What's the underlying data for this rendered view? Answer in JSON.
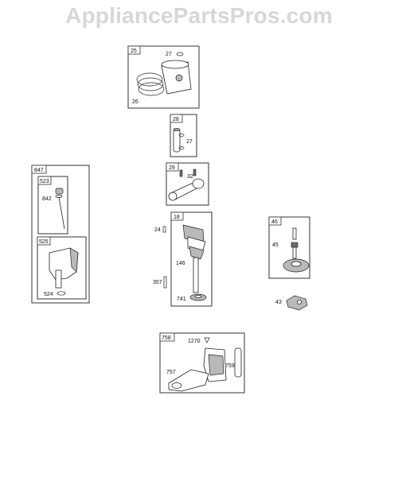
{
  "watermark": "AppliancePartsPros.com",
  "groups": {
    "piston": {
      "tag": "25",
      "labels": {
        "pin_clip": "27",
        "rings": "26"
      }
    },
    "piston_pin": {
      "tag": "28",
      "labels": {
        "clip": "27"
      }
    },
    "connecting_rod": {
      "tag": "29",
      "labels": {
        "screw": "32"
      }
    },
    "crankshaft": {
      "tag": "18",
      "labels": {
        "key": "24",
        "plug": "146",
        "dowel": "357",
        "gear": "741"
      }
    },
    "dipstick_assembly": {
      "tag": "847",
      "dipstick": {
        "tag": "523",
        "label": "842"
      },
      "tube": {
        "tag": "525",
        "label": "524"
      }
    },
    "governor": {
      "tag": "46",
      "labels": {
        "shaft": "45",
        "crank": "43"
      }
    },
    "balancer": {
      "tag": "758",
      "labels": {
        "screw": "1270",
        "arm": "757",
        "pin": "759"
      }
    }
  }
}
